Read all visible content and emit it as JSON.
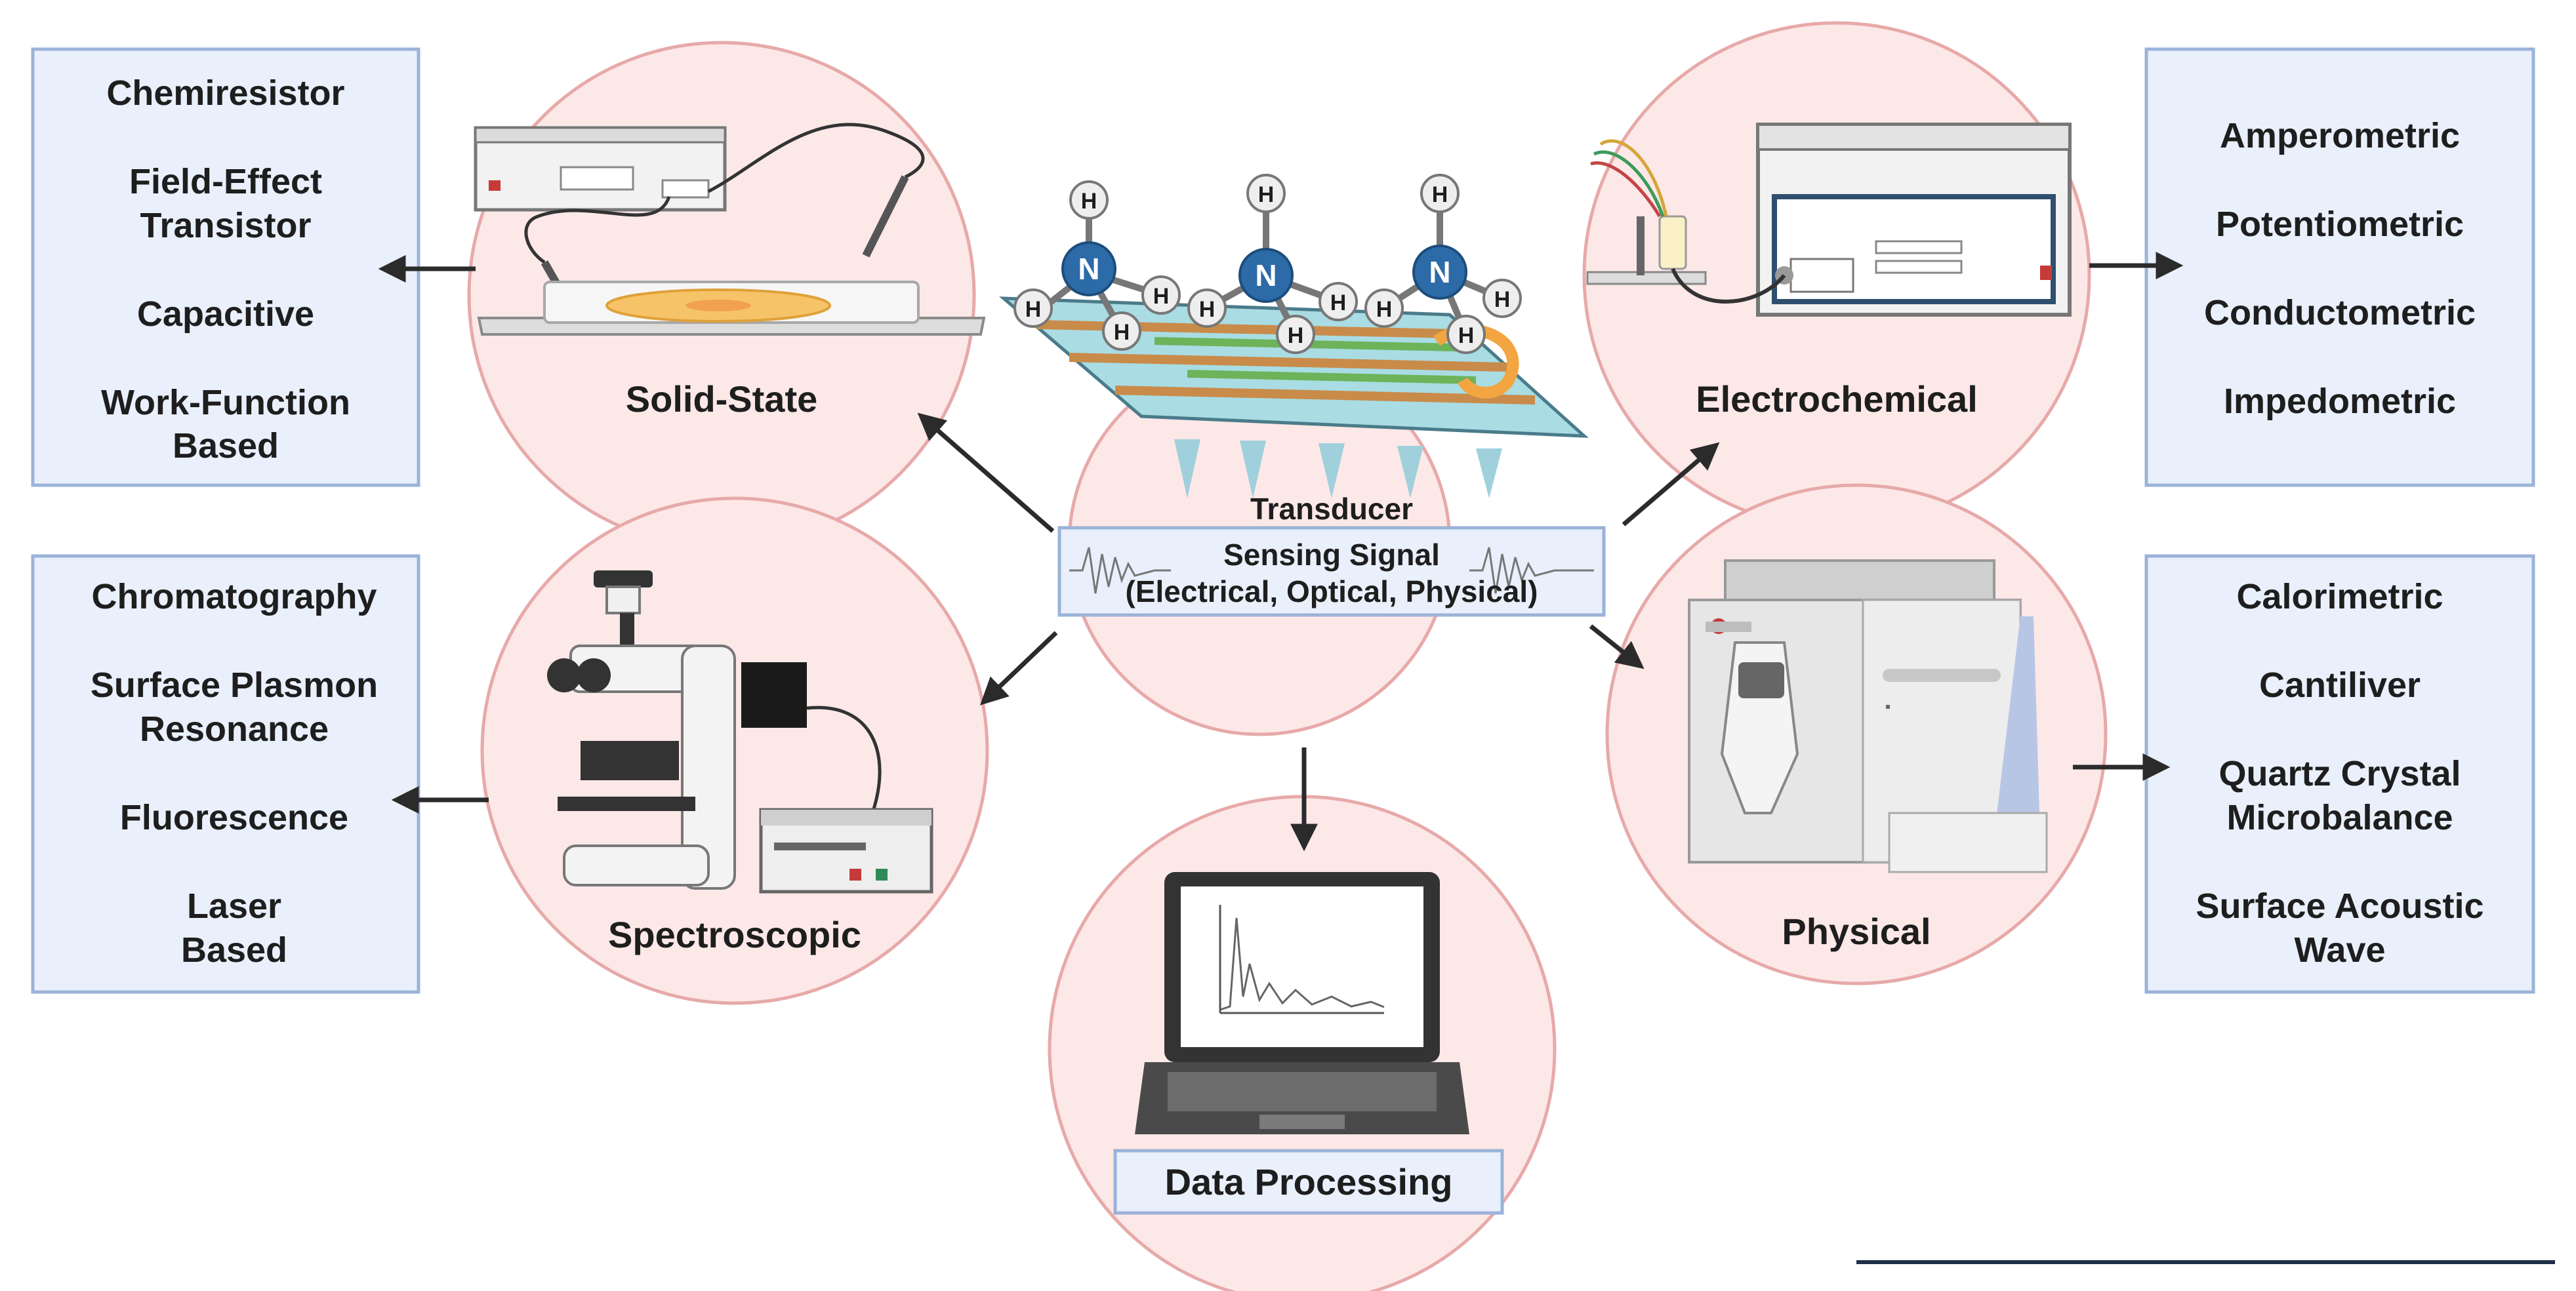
{
  "colors": {
    "circle_fill": "#fde8e8",
    "circle_stroke": "#e7a9a9",
    "box_fill": "#e9f0fb",
    "box_stroke": "#9bb3d9",
    "arrow": "#2b2b2b"
  },
  "left_top_box": {
    "lines": [
      "Chemiresistor",
      "Field-Effect",
      "Transistor",
      "Capacitive",
      "Work-Function",
      "Based"
    ]
  },
  "left_bottom_box": {
    "lines": [
      "Chromatography",
      "Surface Plasmon",
      "Resonance",
      "Fluorescence",
      "Laser",
      "Based"
    ]
  },
  "right_top_box": {
    "lines": [
      "Amperometric",
      "Potentiometric",
      "Conductometric",
      "Impedometric"
    ]
  },
  "right_bottom_box": {
    "lines": [
      "Calorimetric",
      "Cantiliver",
      "Quartz Crystal",
      "Microbalance",
      "Surface Acoustic",
      "Wave"
    ]
  },
  "circles": {
    "solid_state": "Solid-State",
    "spectroscopic": "Spectroscopic",
    "electrochemical": "Electrochemical",
    "physical": "Physical",
    "data_processing": "Data Processing"
  },
  "center": {
    "title": "Transducer",
    "signal_line1": "Sensing Signal",
    "signal_line2": "(Electrical, Optical, Physical)",
    "atom_h": "H",
    "atom_n": "N"
  }
}
